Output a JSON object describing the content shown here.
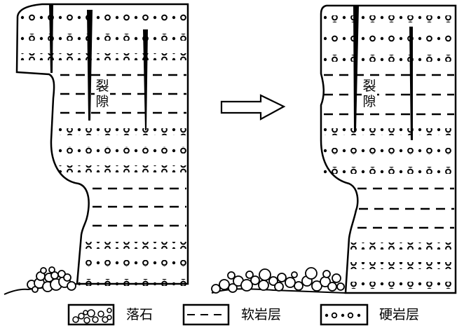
{
  "diagram": {
    "type": "geological cliff cross-section (before → after)",
    "panels": [
      {
        "id": "before",
        "crack_label": [
          "裂",
          "隙"
        ]
      },
      {
        "id": "after",
        "crack_label": [
          "裂",
          "隙"
        ]
      }
    ],
    "arrow": {
      "direction": "right",
      "meaning": "process over time"
    }
  },
  "legend": {
    "items": [
      {
        "key": "rockfall",
        "label": "落石",
        "swatch": "circles"
      },
      {
        "key": "soft_rock",
        "label": "软岩层",
        "swatch": "dashes"
      },
      {
        "key": "hard_rock",
        "label": "硬岩层",
        "swatch": "dots"
      }
    ]
  },
  "colors": {
    "ink": "#000000",
    "background": "#ffffff"
  }
}
